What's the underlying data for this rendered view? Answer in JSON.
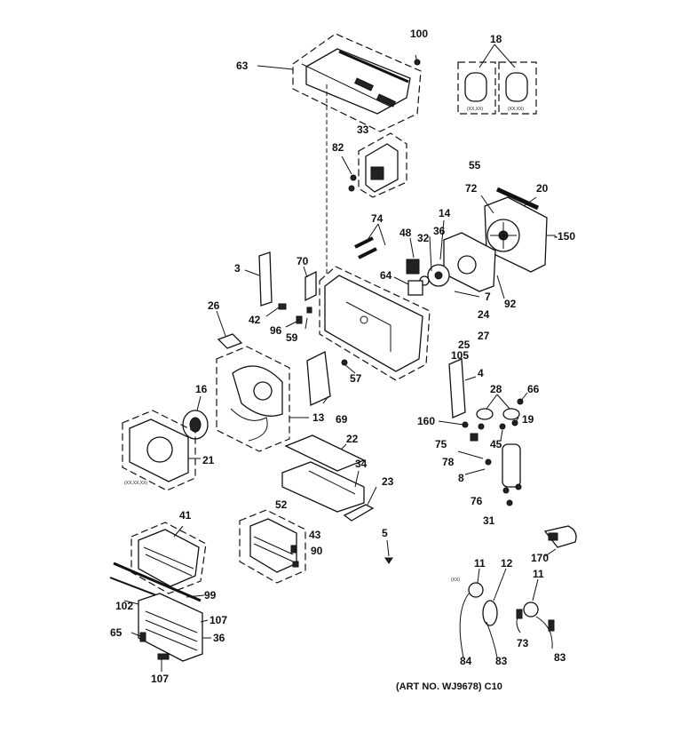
{
  "art_caption": "(ART NO. WJ9678) C10",
  "callouts": [
    {
      "key": "c100",
      "text": "100"
    },
    {
      "key": "c18",
      "text": "18"
    },
    {
      "key": "c63",
      "text": "63"
    },
    {
      "key": "c33",
      "text": "33"
    },
    {
      "key": "c82",
      "text": "82"
    },
    {
      "key": "c55",
      "text": "55"
    },
    {
      "key": "c20",
      "text": "20"
    },
    {
      "key": "c72",
      "text": "72"
    },
    {
      "key": "c14",
      "text": "14"
    },
    {
      "key": "c150",
      "text": "-150"
    },
    {
      "key": "c74",
      "text": "74"
    },
    {
      "key": "c48",
      "text": "48"
    },
    {
      "key": "c32",
      "text": "32"
    },
    {
      "key": "c36a",
      "text": "36"
    },
    {
      "key": "c3",
      "text": "3"
    },
    {
      "key": "c70",
      "text": "70"
    },
    {
      "key": "c64",
      "text": "64"
    },
    {
      "key": "c7",
      "text": "7"
    },
    {
      "key": "c92",
      "text": "92"
    },
    {
      "key": "c42",
      "text": "42"
    },
    {
      "key": "c96",
      "text": "96"
    },
    {
      "key": "c59",
      "text": "59"
    },
    {
      "key": "c24",
      "text": "24"
    },
    {
      "key": "c26",
      "text": "26"
    },
    {
      "key": "c27",
      "text": "27"
    },
    {
      "key": "c25",
      "text": "25"
    },
    {
      "key": "c105",
      "text": "105"
    },
    {
      "key": "c57",
      "text": "57"
    },
    {
      "key": "c4",
      "text": "4"
    },
    {
      "key": "c16",
      "text": "16"
    },
    {
      "key": "c28",
      "text": "28"
    },
    {
      "key": "c66",
      "text": "66"
    },
    {
      "key": "c13",
      "text": "13"
    },
    {
      "key": "c69",
      "text": "69"
    },
    {
      "key": "c160",
      "text": "160"
    },
    {
      "key": "c19",
      "text": "19"
    },
    {
      "key": "c75",
      "text": "75"
    },
    {
      "key": "c45",
      "text": "45"
    },
    {
      "key": "c22",
      "text": "22"
    },
    {
      "key": "c21",
      "text": "21"
    },
    {
      "key": "c78",
      "text": "78"
    },
    {
      "key": "c34",
      "text": "34"
    },
    {
      "key": "c8",
      "text": "8"
    },
    {
      "key": "c23",
      "text": "23"
    },
    {
      "key": "c76",
      "text": "76"
    },
    {
      "key": "c31",
      "text": "31"
    },
    {
      "key": "c41",
      "text": "41"
    },
    {
      "key": "c52",
      "text": "52"
    },
    {
      "key": "c43",
      "text": "43"
    },
    {
      "key": "c5",
      "text": "5"
    },
    {
      "key": "c90",
      "text": "90"
    },
    {
      "key": "c170",
      "text": "170"
    },
    {
      "key": "c11a",
      "text": "11"
    },
    {
      "key": "c12",
      "text": "12"
    },
    {
      "key": "c11b",
      "text": "11"
    },
    {
      "key": "c99",
      "text": "99"
    },
    {
      "key": "c102",
      "text": "102"
    },
    {
      "key": "c107a",
      "text": "107"
    },
    {
      "key": "c65",
      "text": "65"
    },
    {
      "key": "c36b",
      "text": "36"
    },
    {
      "key": "c73",
      "text": "73"
    },
    {
      "key": "c107b",
      "text": "107"
    },
    {
      "key": "c84",
      "text": "84"
    },
    {
      "key": "c83a",
      "text": "83"
    },
    {
      "key": "c83b",
      "text": "83"
    }
  ]
}
